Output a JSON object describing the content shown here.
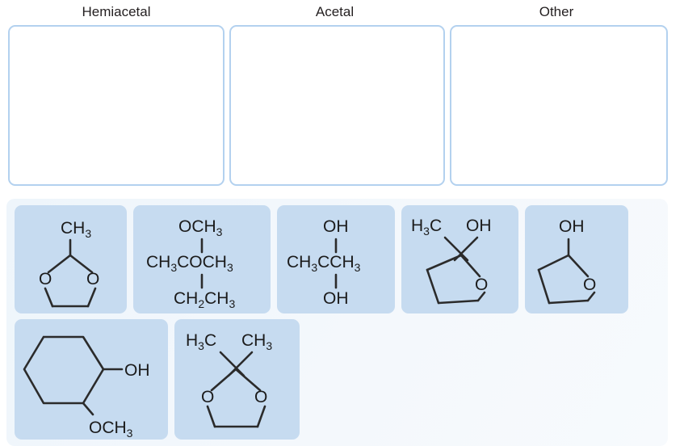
{
  "columns": [
    {
      "label": "Hemiacetal",
      "zone_name": "dropzone-hemiacetal",
      "content": ""
    },
    {
      "label": "Acetal",
      "zone_name": "dropzone-acetal",
      "content": ""
    },
    {
      "label": "Other",
      "zone_name": "dropzone-other",
      "content": ""
    }
  ],
  "colors": {
    "tile_fill": "#c6dbf0",
    "tray_fill": "#f2f7fc",
    "zone_border": "#b3d1ef",
    "zone_fill": "#ffffff",
    "text": "#231f20",
    "bond": "#2b2b2b"
  },
  "tray": {
    "name": "molecule-tray",
    "tiles": [
      {
        "id": "tile-1",
        "name": "molecule-tile-2-methyl-1-3-dioxolane",
        "structure": "cyclic-acetal-5-ring",
        "labels": [
          "CH3",
          "O",
          "O"
        ],
        "top_label": "CH",
        "top_sub": "3",
        "ring_left_o": "O",
        "ring_right_o": "O"
      },
      {
        "id": "tile-2",
        "name": "molecule-tile-condensed-2-methoxy-2-methoxybutane",
        "structure": "condensed-formula",
        "top_line": "OCH3",
        "middle_line": "CH3COCH3",
        "bottom_line": "CH2CH3",
        "top_parts": [
          {
            "t": "OCH",
            "s": "3"
          }
        ],
        "middle_parts": [
          {
            "t": "CH",
            "s": "3"
          },
          {
            "t": "COCH",
            "s": "3"
          }
        ],
        "bottom_parts": [
          {
            "t": "CH",
            "s": "2"
          },
          {
            "t": "CH",
            "s": "3"
          }
        ]
      },
      {
        "id": "tile-3",
        "name": "molecule-tile-propane-2-2-diol",
        "structure": "condensed-formula",
        "top_line": "OH",
        "middle_line": "CH3CCH3",
        "bottom_line": "OH",
        "middle_parts": [
          {
            "t": "CH",
            "s": "3"
          },
          {
            "t": "CCH",
            "s": "3"
          }
        ]
      },
      {
        "id": "tile-4",
        "name": "molecule-tile-2-methyl-2-hydroxy-tetrahydrofuran",
        "structure": "cyclic-hemiacetal-5-ring",
        "left_label": "H3C",
        "left_parts": [
          {
            "t": "H",
            "s": "3"
          },
          {
            "t": "C",
            "s": ""
          }
        ],
        "right_label": "OH",
        "ring_o": "O"
      },
      {
        "id": "tile-5",
        "name": "molecule-tile-2-hydroxy-tetrahydrofuran",
        "structure": "cyclic-hemiacetal-5-ring-h",
        "top_label": "OH",
        "ring_o": "O"
      },
      {
        "id": "tile-6",
        "name": "molecule-tile-2-methoxycyclohexan-1-ol",
        "structure": "cyclohexane-ring",
        "right_label": "OH",
        "bottom_label": "OCH3",
        "bottom_parts": [
          {
            "t": "OCH",
            "s": "3"
          }
        ]
      },
      {
        "id": "tile-7",
        "name": "molecule-tile-2-2-dimethyl-1-3-dioxolane",
        "structure": "cyclic-acetal-5-ring-dimethyl",
        "left_label": "H3C",
        "right_label": "CH3",
        "ring_left_o": "O",
        "ring_right_o": "O"
      }
    ]
  }
}
